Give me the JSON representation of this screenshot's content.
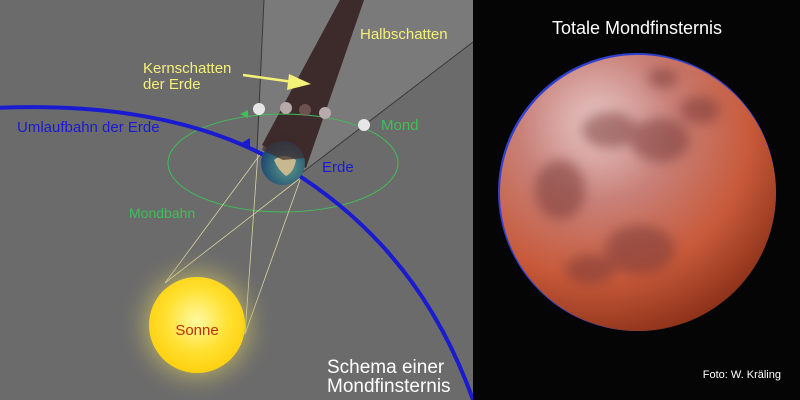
{
  "diagram": {
    "labels": {
      "penumbra": "Halbschatten",
      "umbra_line1": "Kernschatten",
      "umbra_line2": "der Erde",
      "moon": "Mond",
      "earth_orbit": "Umlaufbahn der Erde",
      "earth": "Erde",
      "moon_orbit": "Mondbahn",
      "sun": "Sonne",
      "caption_line1": "Schema einer",
      "caption_line2": "Mondfinsternis"
    },
    "colors": {
      "background": "#6b6b6b",
      "penumbra": "#7a7a7a",
      "umbra": "#3d2a2a",
      "label_yellow": "#f4f078",
      "orbit_blue": "#1a1ad0",
      "moon_orbit_green": "#3fbf5a",
      "sun": "#ffd820",
      "sun_label": "#c03000"
    }
  },
  "photo": {
    "title": "Totale Mondfinsternis",
    "credit": "Foto: W. Kräling"
  }
}
